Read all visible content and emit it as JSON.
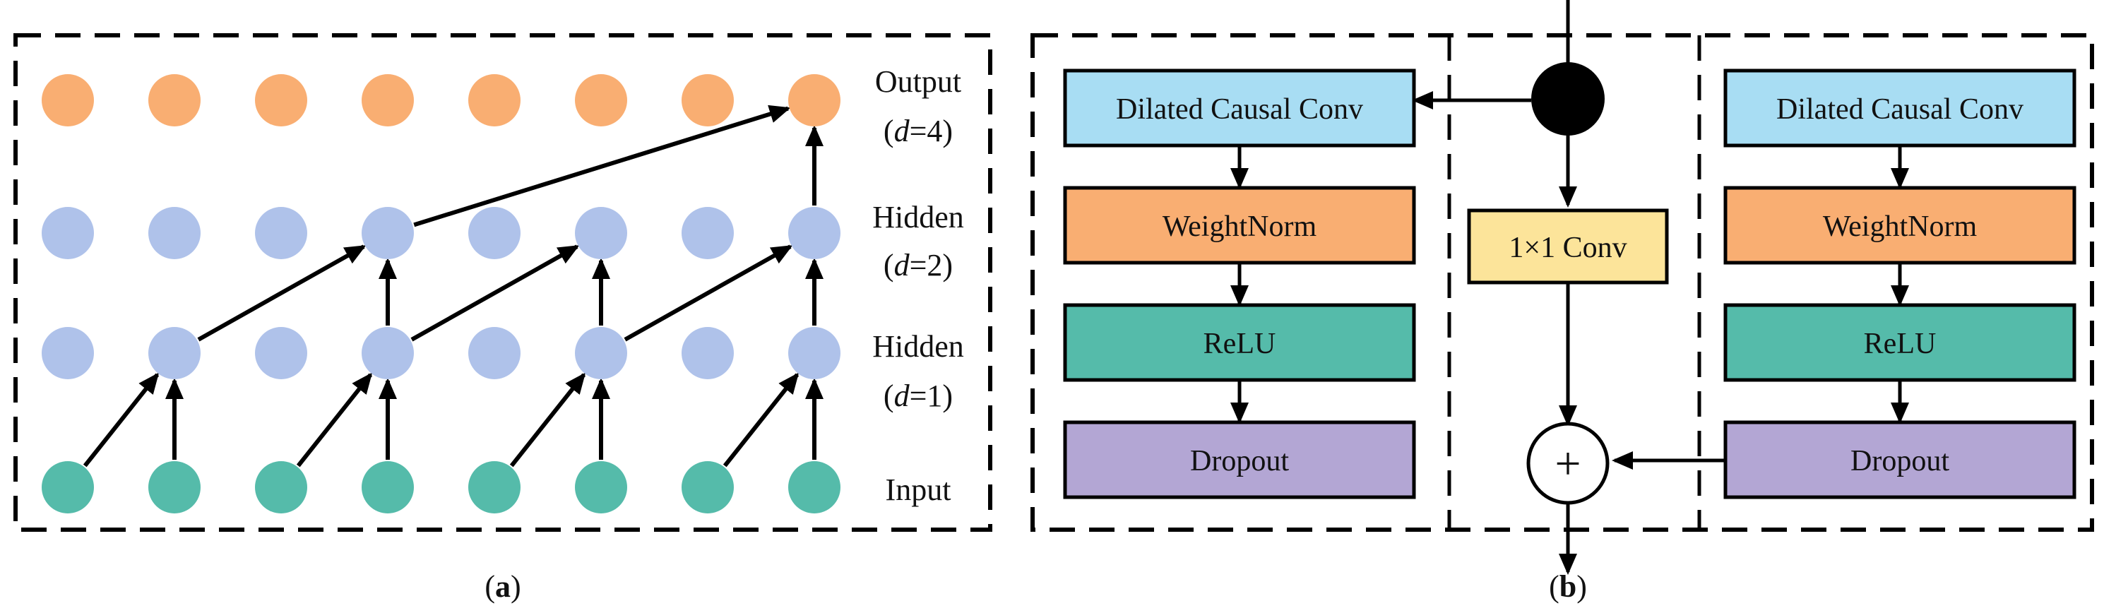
{
  "panel_a": {
    "caption": "a",
    "layer_labels": {
      "output": "Output",
      "output_dilation": "=4",
      "hidden2": "Hidden",
      "hidden2_dilation": "=2",
      "hidden1": "Hidden",
      "hidden1_dilation": "=1",
      "input": "Input",
      "dilation_symbol": "d",
      "paren_open": "(",
      "paren_close": ")"
    },
    "nodes_per_layer": 8,
    "colors": {
      "output": "#F9AE72",
      "hidden": "#AFC2EA",
      "input": "#55BBAA"
    }
  },
  "panel_b": {
    "caption": "b",
    "left_block": [
      {
        "label": "Dilated Causal Conv",
        "color": "#A8DDF3"
      },
      {
        "label": "WeightNorm",
        "color": "#F9AE72"
      },
      {
        "label": "ReLU",
        "color": "#55BBAA"
      },
      {
        "label": "Dropout",
        "color": "#B3A6D4"
      }
    ],
    "right_block": [
      {
        "label": "Dilated Causal Conv",
        "color": "#A8DDF3"
      },
      {
        "label": "WeightNorm",
        "color": "#F9AE72"
      },
      {
        "label": "ReLU",
        "color": "#55BBAA"
      },
      {
        "label": "Dropout",
        "color": "#B3A6D4"
      }
    ],
    "skip_conv": {
      "label": "1×1 Conv",
      "color": "#FCE49A"
    },
    "sum_symbol": "+"
  }
}
